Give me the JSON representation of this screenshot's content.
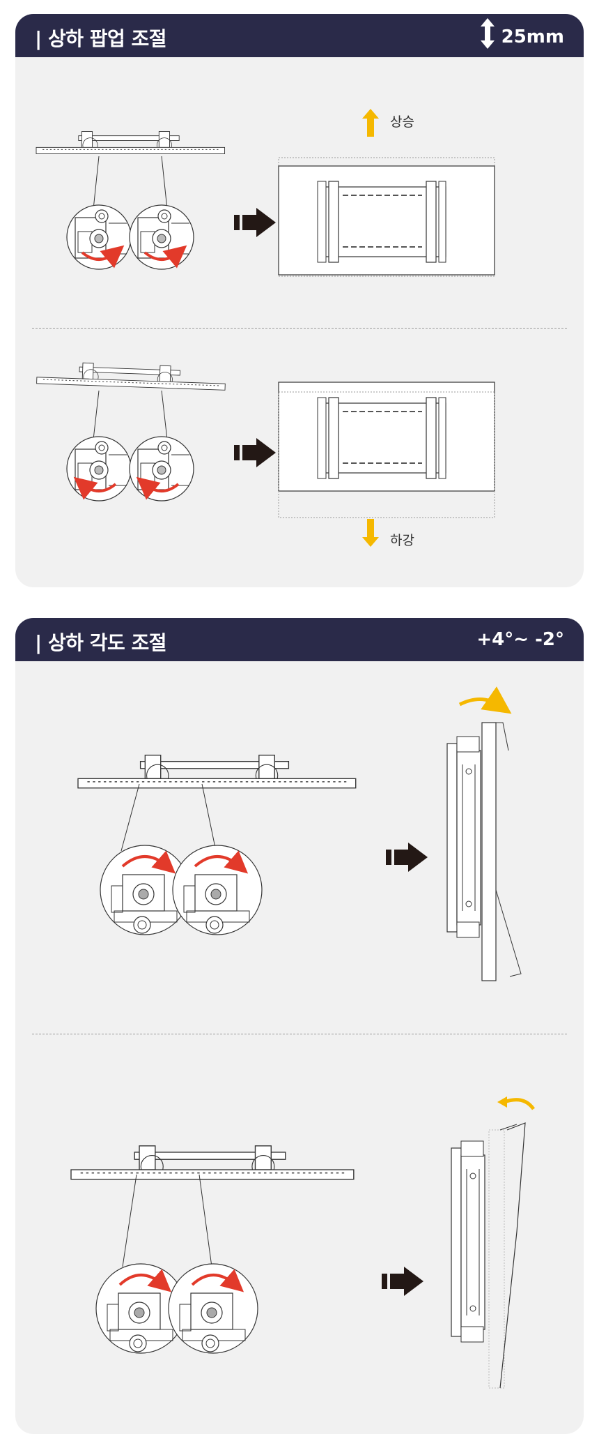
{
  "section1": {
    "title": "| 상하 팝업 조절",
    "badge": "25mm",
    "up_label": "상승",
    "down_label": "하강"
  },
  "section2": {
    "title": "| 상하 각도 조절",
    "badge": "+4°~ -2°"
  },
  "colors": {
    "header": "#2a2a49",
    "panel": "#f1f1f1",
    "arrow_red": "#e23a2a",
    "arrow_yellow": "#f5b800",
    "line": "#3a3a3a"
  }
}
